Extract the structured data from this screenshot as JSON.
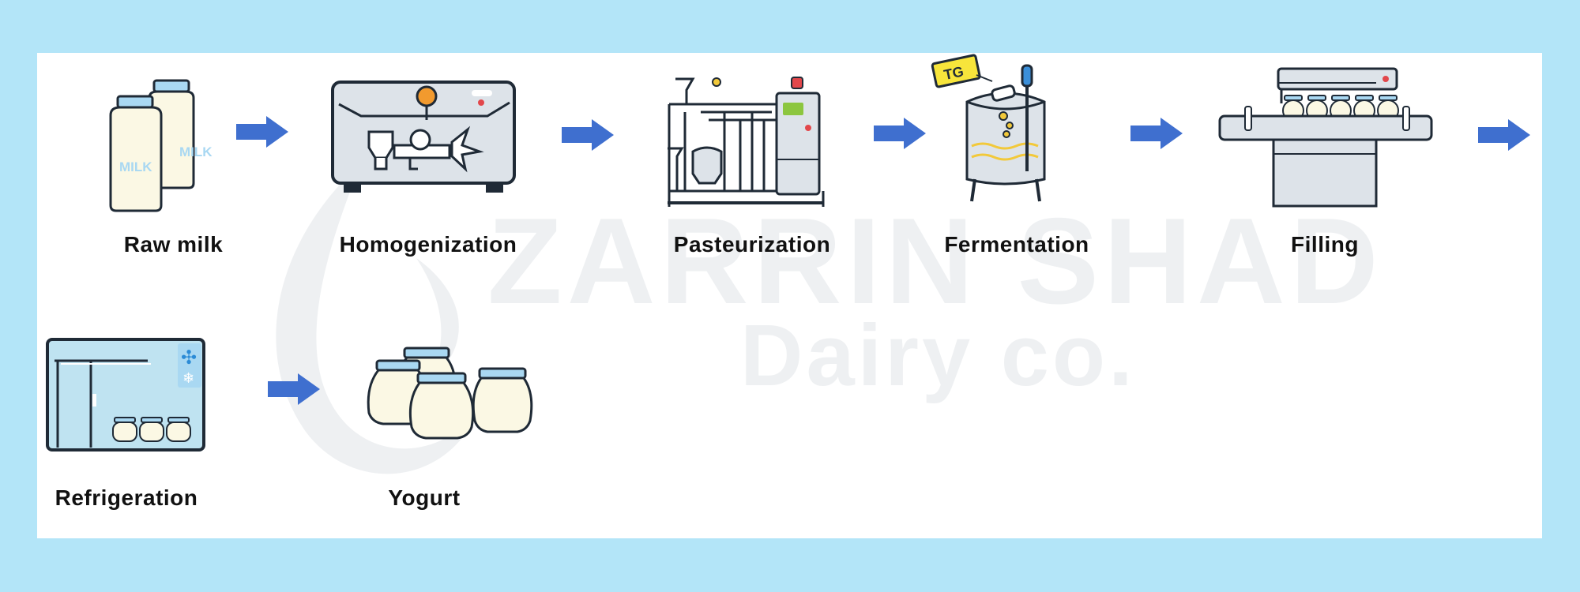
{
  "watermark": {
    "line1": "ZARRIN SHAD",
    "line2": "Dairy co."
  },
  "colors": {
    "background": "#b3e5f8",
    "arrow": "#3f6fcf",
    "machine_fill": "#dde3e9",
    "machine_stroke": "#1f2a36",
    "accent_blue": "#a9d8f2",
    "product_cream": "#fbf8e4"
  },
  "steps": [
    {
      "label": "Raw milk",
      "icon": "milk-bottles-icon",
      "bottle_text": "MILK"
    },
    {
      "label": "Homogenization",
      "icon": "homogenizer-icon"
    },
    {
      "label": "Pasteurization",
      "icon": "pasteurizer-icon"
    },
    {
      "label": "Fermentation",
      "icon": "fermentation-tank-icon",
      "tag_text": "TG"
    },
    {
      "label": "Filling",
      "icon": "filling-machine-icon"
    },
    {
      "label": "Refrigeration",
      "icon": "cold-room-icon"
    },
    {
      "label": "Yogurt",
      "icon": "yogurt-jars-icon"
    }
  ]
}
